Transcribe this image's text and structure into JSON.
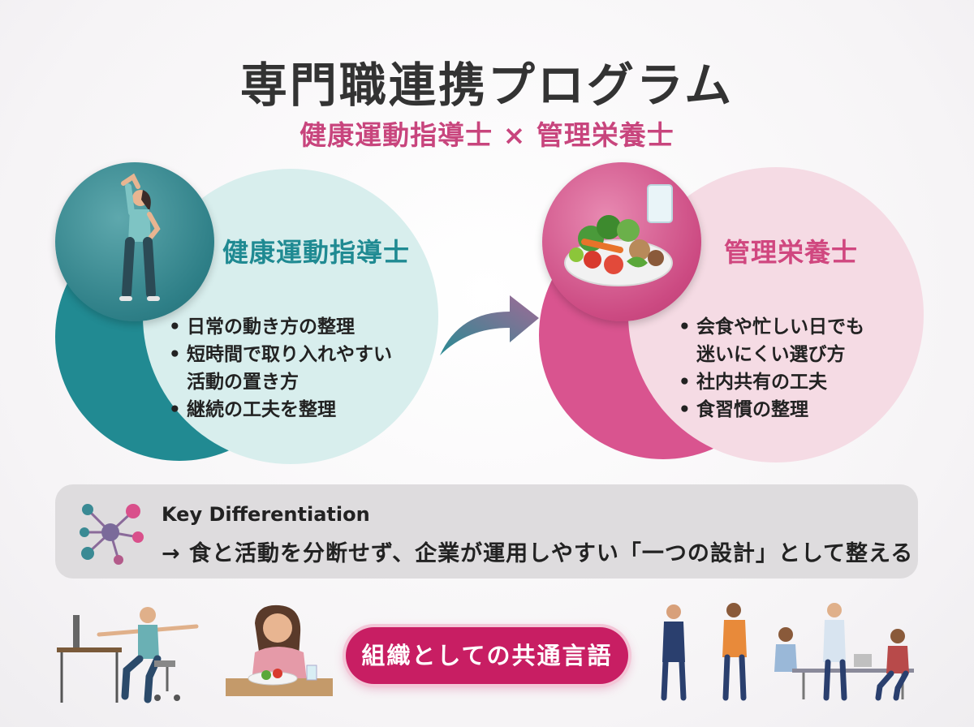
{
  "header": {
    "title": "専門職連携プログラム",
    "subtitle": "健康運動指導士 × 管理栄養士"
  },
  "left_panel": {
    "title": "健康運動指導士",
    "bullets": [
      "日常の動き方の整理",
      "短時間で取り入れやすい\n活動の置き方",
      "継続の工夫を整理"
    ]
  },
  "right_panel": {
    "title": "管理栄養士",
    "bullets": [
      "会食や忙しい日でも\n迷いにくい選び方",
      "社内共有の工夫",
      "食習慣の整理"
    ]
  },
  "key": {
    "title": "Key Differentiation",
    "text": "→ 食と活動を分断せず、企業が運用しやすい「一つの設計」として整える"
  },
  "bottom": {
    "pill_label": "組織としての共通言語"
  },
  "colors": {
    "teal": "#1f8a92",
    "teal_light": "#d9efee",
    "pink": "#d9508b",
    "pink_light": "#f6dde6",
    "accent": "#c81e63",
    "title_pink": "#c8457d"
  },
  "icons": [
    "exercise-woman-icon",
    "meal-plate-icon",
    "arrow-icon",
    "network-icon",
    "desk-stretch-icon",
    "eating-woman-icon",
    "team-meeting-icon"
  ]
}
